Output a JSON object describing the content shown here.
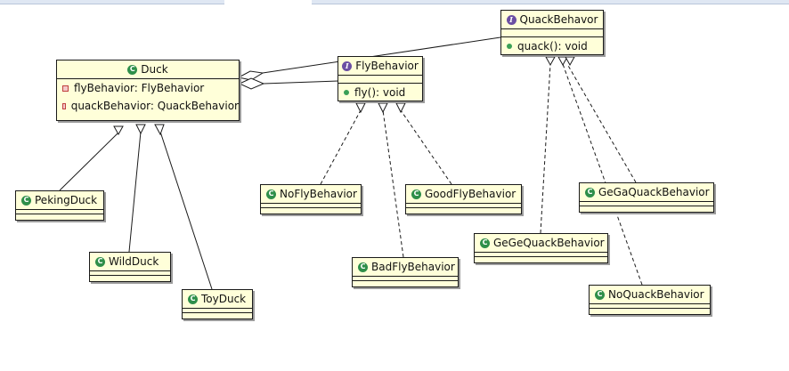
{
  "classes": {
    "quack_behavior": {
      "name": "QuackBehavor",
      "kind": "interface",
      "methods": [
        "quack(): void"
      ]
    },
    "duck": {
      "name": "Duck",
      "kind": "class",
      "fields": [
        "flyBehavior: FlyBehavior",
        "quackBehavior: QuackBehavior"
      ]
    },
    "fly_behavior": {
      "name": "FlyBehavior",
      "kind": "interface",
      "methods": [
        "fly(): void"
      ]
    },
    "peking_duck": {
      "name": "PekingDuck",
      "kind": "class"
    },
    "wild_duck": {
      "name": "WildDuck",
      "kind": "class"
    },
    "toy_duck": {
      "name": "ToyDuck",
      "kind": "class"
    },
    "no_fly_behavior": {
      "name": "NoFlyBehavior",
      "kind": "class"
    },
    "good_fly_behavior": {
      "name": "GoodFlyBehavior",
      "kind": "class"
    },
    "bad_fly_behavior": {
      "name": "BadFlyBehavior",
      "kind": "class"
    },
    "gega_quack_behavior": {
      "name": "GeGaQuackBehavior",
      "kind": "class"
    },
    "gege_quack_behavior": {
      "name": "GeGeQuackBehavior",
      "kind": "class"
    },
    "no_quack_behavior": {
      "name": "NoQuackBehavior",
      "kind": "class"
    }
  },
  "relations": [
    {
      "from": "PekingDuck",
      "to": "Duck",
      "type": "generalization"
    },
    {
      "from": "WildDuck",
      "to": "Duck",
      "type": "generalization"
    },
    {
      "from": "ToyDuck",
      "to": "Duck",
      "type": "generalization"
    },
    {
      "from": "NoFlyBehavior",
      "to": "FlyBehavior",
      "type": "realization"
    },
    {
      "from": "GoodFlyBehavior",
      "to": "FlyBehavior",
      "type": "realization"
    },
    {
      "from": "BadFlyBehavior",
      "to": "FlyBehavior",
      "type": "realization"
    },
    {
      "from": "GeGaQuackBehavior",
      "to": "QuackBehavor",
      "type": "realization"
    },
    {
      "from": "GeGeQuackBehavior",
      "to": "QuackBehavor",
      "type": "realization"
    },
    {
      "from": "NoQuackBehavior",
      "to": "QuackBehavor",
      "type": "realization"
    },
    {
      "from": "Duck",
      "to": "FlyBehavior",
      "type": "aggregation"
    },
    {
      "from": "Duck",
      "to": "QuackBehavor",
      "type": "aggregation"
    }
  ],
  "colors": {
    "class_fill": "#ffffd9",
    "class_icon": "#2f8f4a",
    "interface_icon": "#6b4fa3"
  }
}
